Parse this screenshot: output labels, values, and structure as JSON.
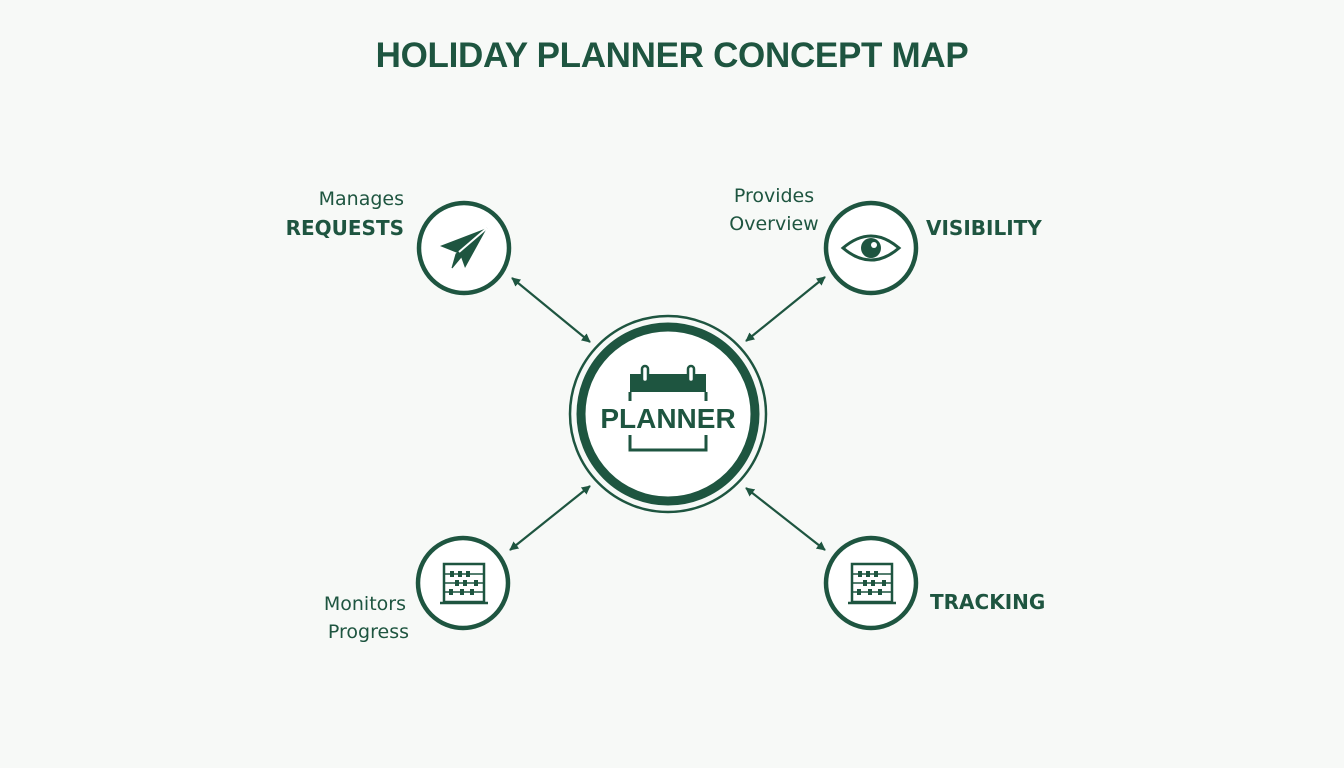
{
  "title": "HOLIDAY PLANNER CONCEPT MAP",
  "colors": {
    "primary": "#1e5540",
    "background": "#f7f9f7",
    "node_fill": "#ffffff"
  },
  "center": {
    "label": "PLANNER",
    "icon": "calendar-icon"
  },
  "nodes": {
    "requests": {
      "title": "REQUESTS",
      "caption": "Manages",
      "icon": "paper-plane-icon"
    },
    "visibility": {
      "title": "VISIBILITY",
      "caption_line1": "Provides",
      "caption_line2": "Overview",
      "icon": "eye-icon"
    },
    "progress": {
      "caption_line1": "Monitors",
      "caption_line2": "Progress",
      "icon": "abacus-icon"
    },
    "tracking": {
      "title": "TRACKING",
      "icon": "abacus-icon"
    }
  }
}
